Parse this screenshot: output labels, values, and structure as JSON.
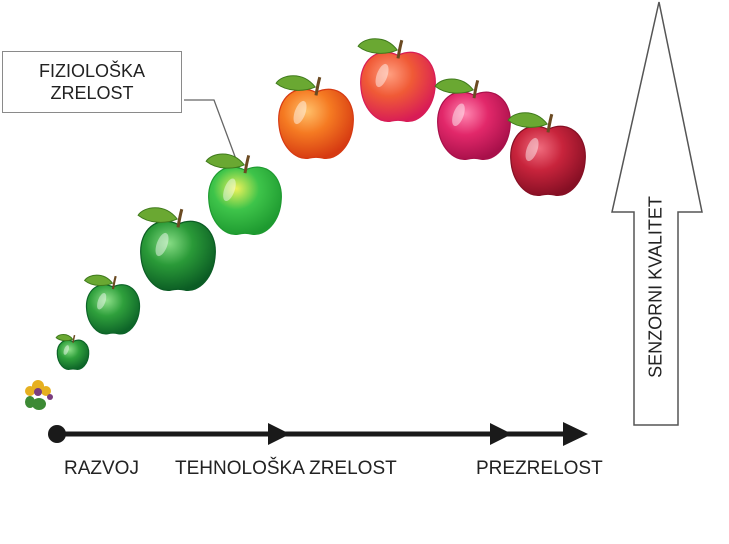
{
  "callout": {
    "line1": "FIZIOLOŠKA",
    "line2": "ZRELOST"
  },
  "stages": {
    "development": "RAZVOJ",
    "technological": "TEHNOLOŠKA ZRELOST",
    "overripe": "PREZRELOST"
  },
  "quality_axis": {
    "label": "SENZORNI KVALITET"
  },
  "colors": {
    "timeline": "#1a1a1a",
    "arrow_outline": "#555555",
    "callout_border": "#8a8a8a",
    "leaf": "#6aa832"
  },
  "fruits": [
    {
      "kind": "blossom",
      "colors": [
        "#7a3d7e",
        "#e6b020",
        "#3c8a34"
      ]
    },
    {
      "kind": "apple",
      "colors": [
        "#2fa03c",
        "#0d6428",
        "#8fe08a"
      ]
    },
    {
      "kind": "apple",
      "colors": [
        "#2fa03c",
        "#0d6428",
        "#8fe08a"
      ]
    },
    {
      "kind": "apple",
      "colors": [
        "#2a9a38",
        "#0b5c24",
        "#86dc84"
      ]
    },
    {
      "kind": "apple",
      "colors": [
        "#3ec44a",
        "#1e9a30",
        "#eef25a"
      ]
    },
    {
      "kind": "apple",
      "colors": [
        "#f57a22",
        "#d63a12",
        "#ffc06a"
      ]
    },
    {
      "kind": "apple",
      "colors": [
        "#f05a36",
        "#d81c56",
        "#ff9f80"
      ]
    },
    {
      "kind": "apple",
      "colors": [
        "#e2286a",
        "#a8104a",
        "#ff86b0"
      ]
    },
    {
      "kind": "apple",
      "colors": [
        "#c8243c",
        "#860f24",
        "#f06c7e"
      ]
    }
  ]
}
